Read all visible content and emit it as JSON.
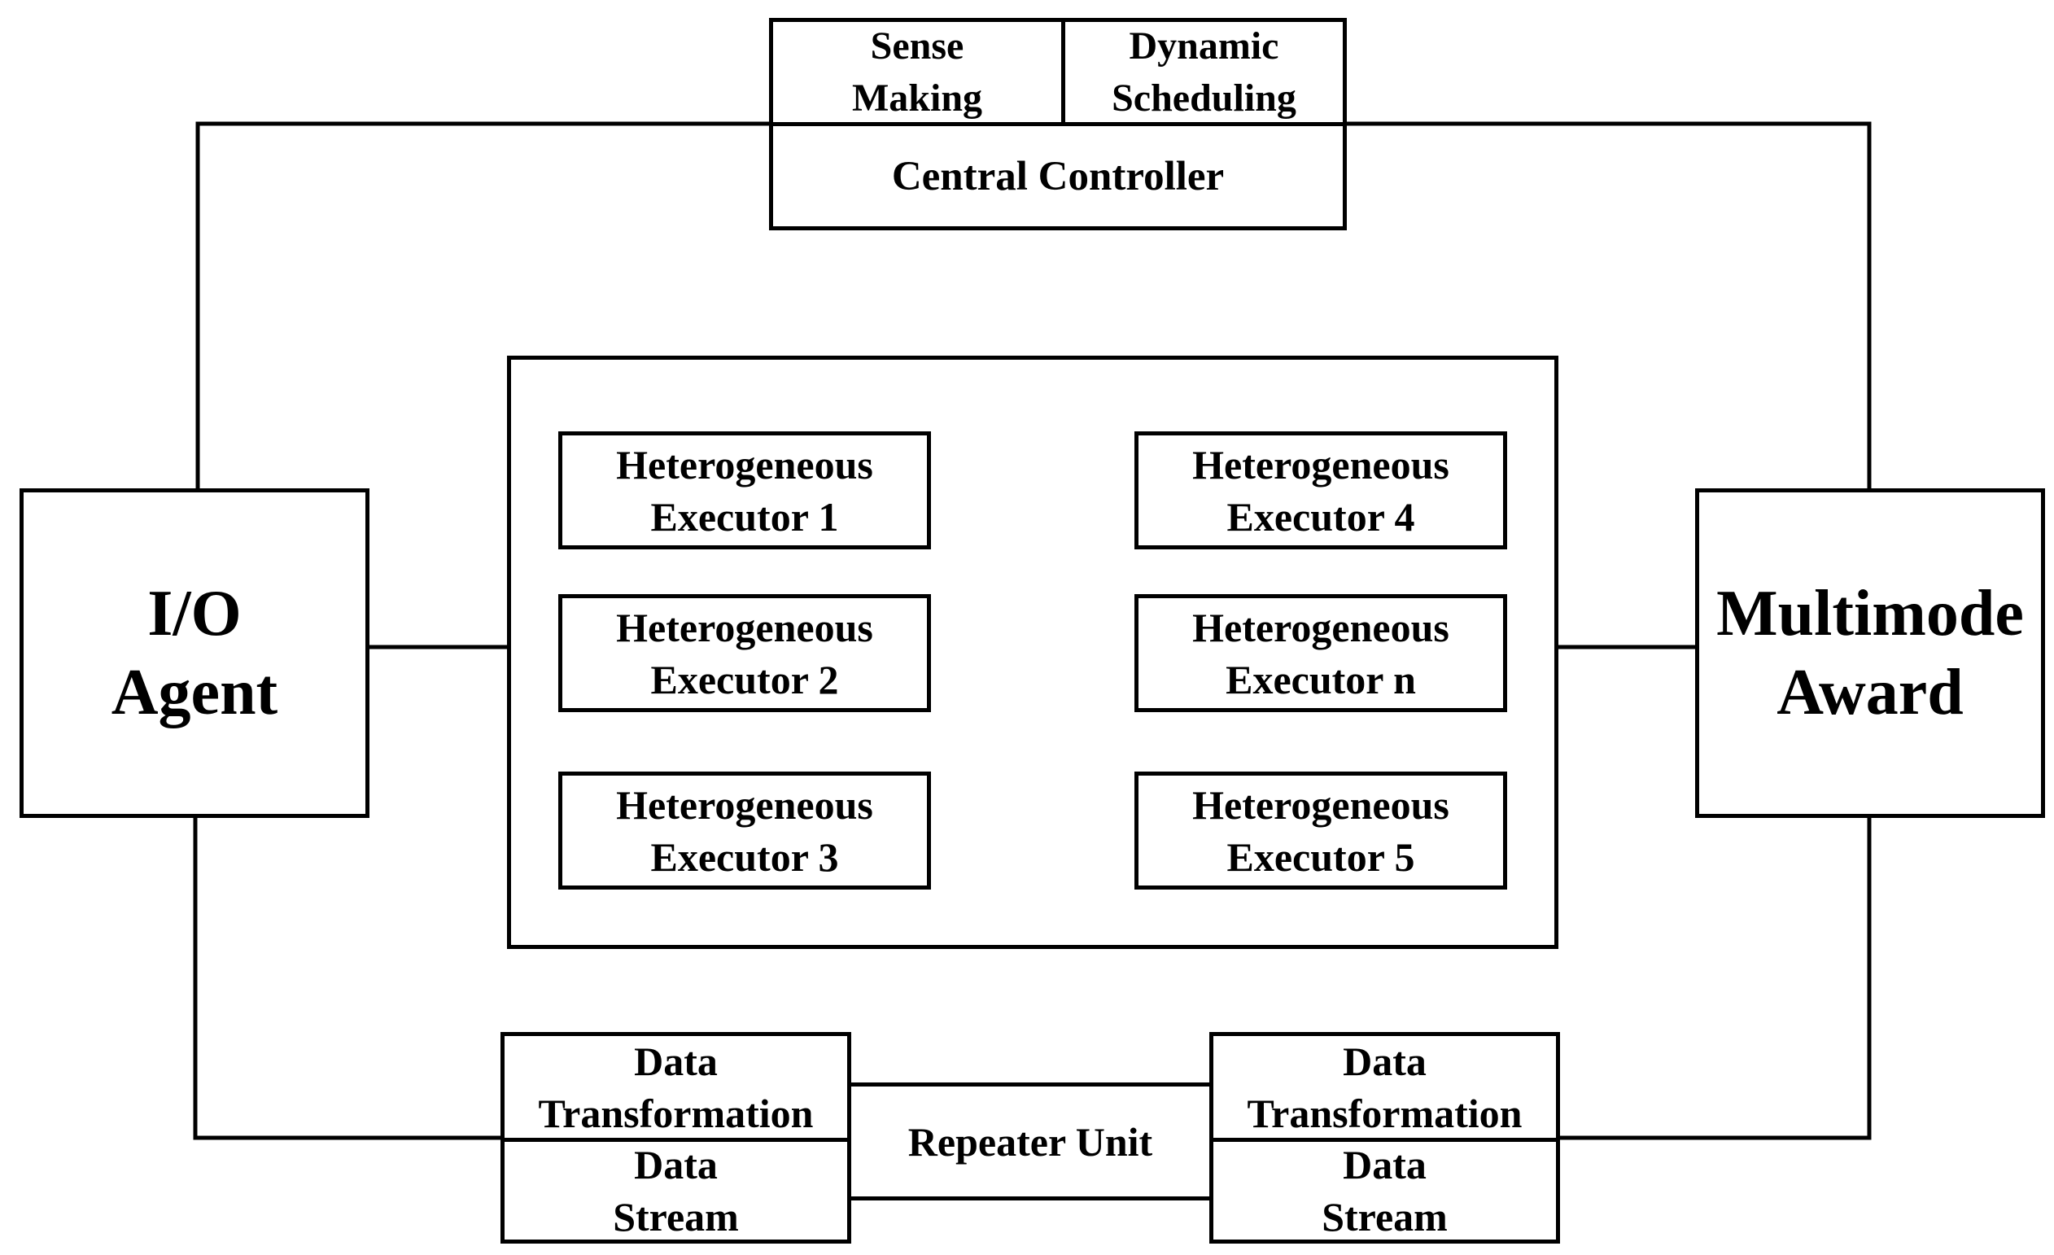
{
  "diagram": {
    "central_controller": {
      "sense_making": "Sense\nMaking",
      "dynamic_scheduling": "Dynamic\nScheduling",
      "label": "Central Controller"
    },
    "io_agent": "I/O\nAgent",
    "multimode_award": "Multimode\nAward",
    "executors": [
      "Heterogeneous\nExecutor 1",
      "Heterogeneous\nExecutor 2",
      "Heterogeneous\nExecutor 3",
      "Heterogeneous\nExecutor 4",
      "Heterogeneous\nExecutor n",
      "Heterogeneous\nExecutor 5"
    ],
    "left_data_unit": {
      "transformation": "Data\nTransformation",
      "stream": "Data\nStream"
    },
    "right_data_unit": {
      "transformation": "Data\nTransformation",
      "stream": "Data\nStream"
    },
    "repeater_unit": "Repeater Unit"
  },
  "colors": {
    "stroke": "#000000",
    "background": "#ffffff"
  }
}
